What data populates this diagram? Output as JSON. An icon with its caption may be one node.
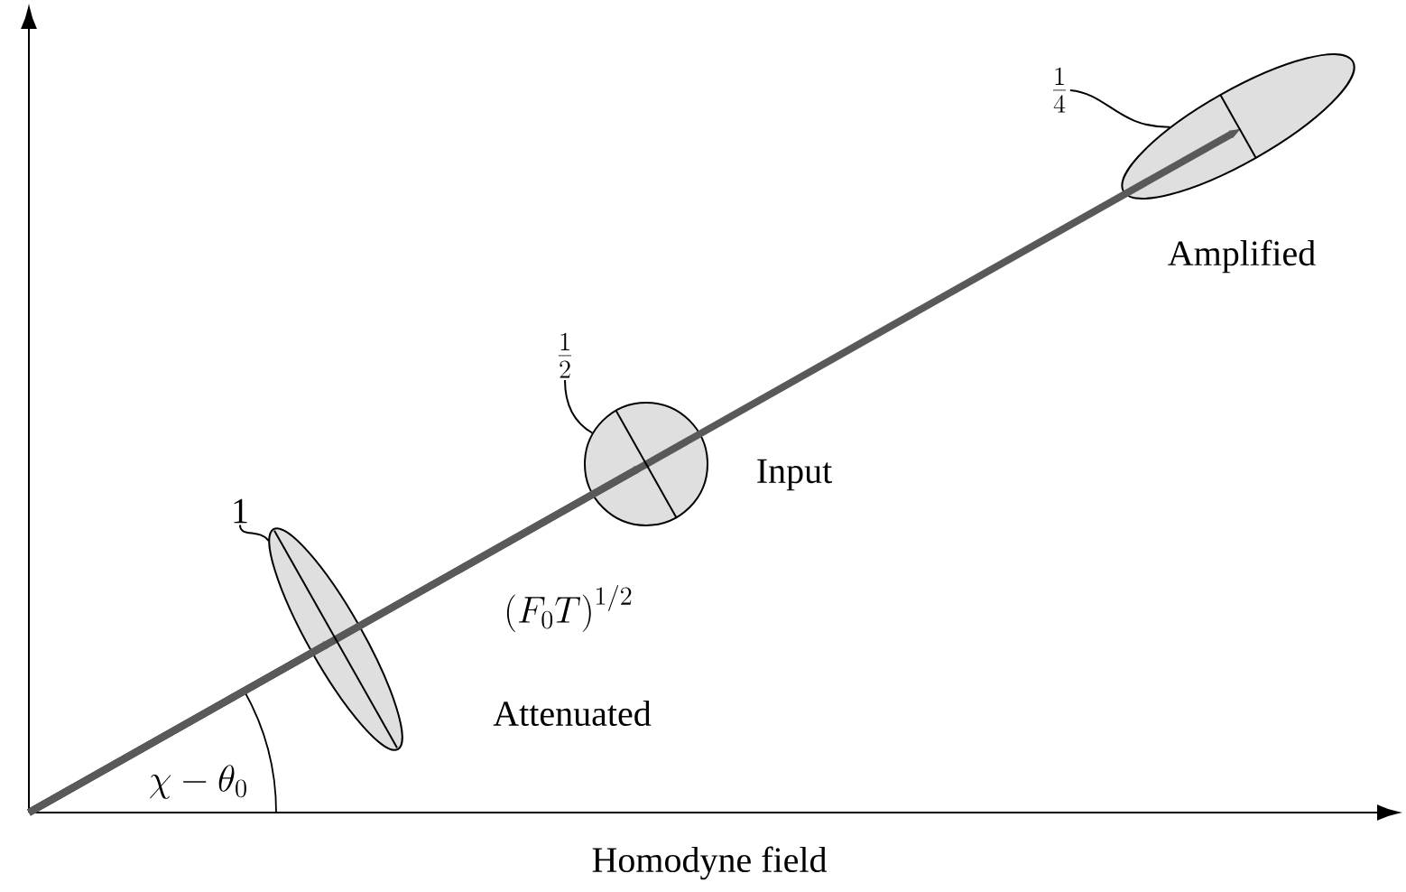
{
  "diagram": {
    "nodes": [
      {
        "text": [
          "\\frac{1}{4}"
        ]
      },
      {
        "text": [],
        "shape": "ellipse",
        "beside": [
          "Amplified"
        ]
      },
      {
        "text": [
          "\\frac{1}{2}"
        ]
      },
      {
        "text": [],
        "shape": "circle",
        "beside": [
          "Input"
        ]
      },
      {
        "text": [
          "1"
        ]
      },
      {
        "text": [],
        "shape": "ellipse",
        "beside": [
          "Attenuated"
        ]
      }
    ],
    "edges": [
      {
        "from": 0,
        "to": 1,
        "arrow": "none"
      },
      {
        "from": 2,
        "to": 3,
        "arrow": "none"
      },
      {
        "from": 4,
        "to": 5,
        "arrow": "none"
      }
    ],
    "labels": [
      "\\left(F_0T\\right)^{1/2}",
      "\\chi-\\theta_0",
      "Homodyne field"
    ]
  }
}
